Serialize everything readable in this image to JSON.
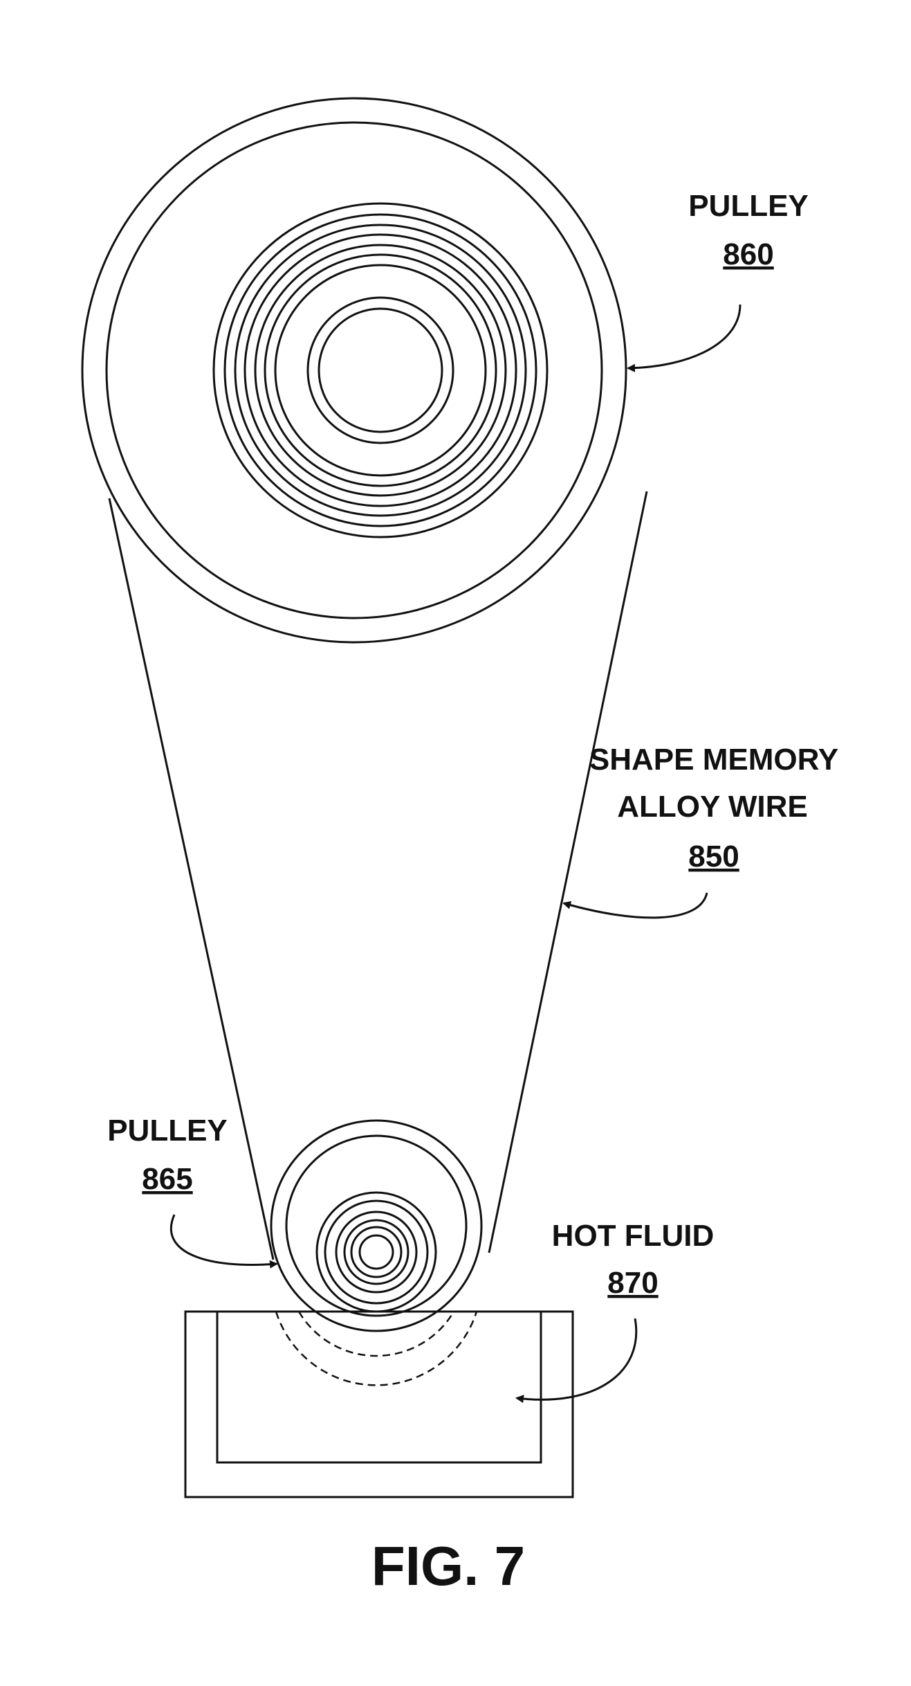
{
  "labels": {
    "pulley_860": {
      "name": "PULLEY",
      "number": "860"
    },
    "wire_850": {
      "line1": "SHAPE MEMORY",
      "line2": "ALLOY WIRE",
      "number": "850"
    },
    "pulley_865": {
      "name": "PULLEY",
      "number": "865"
    },
    "hot_fluid_870": {
      "name": "HOT FLUID",
      "number": "870"
    }
  },
  "figure_caption": "FIG. 7"
}
